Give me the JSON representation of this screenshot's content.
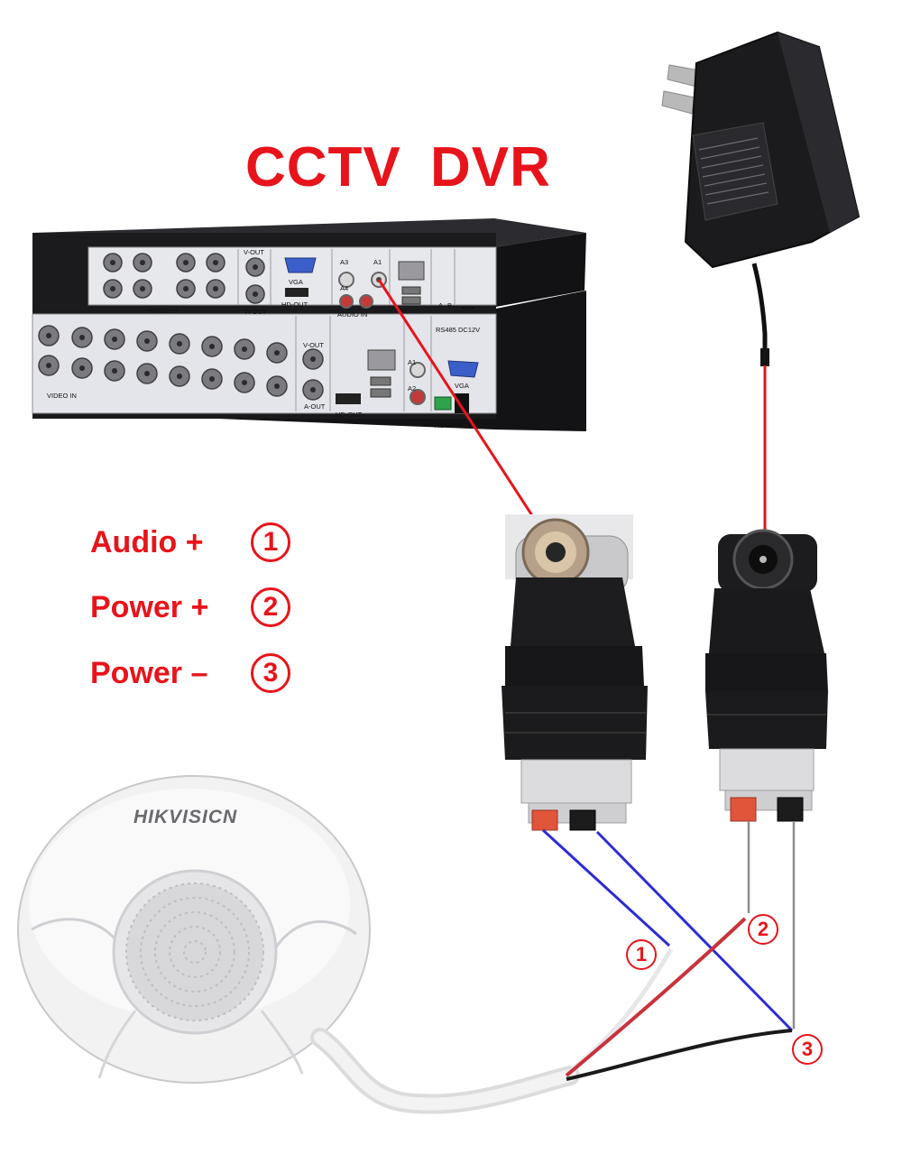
{
  "title": "CCTV  DVR",
  "colors": {
    "accent": "#e8141b",
    "signal_line": "#e8141b",
    "negative_line": "#2c2cd6",
    "positive_line": "#d43c48",
    "gray_line": "#8d8d8d",
    "dvr_body": "#1c1c1e",
    "panel": "#e9eaee",
    "plug": "#1a1a1a"
  },
  "legend": [
    {
      "label": "Audio +",
      "badge": "1"
    },
    {
      "label": "Power +",
      "badge": "2"
    },
    {
      "label": "Power –",
      "badge": "3"
    }
  ],
  "dvr_labels": {
    "video_in": "VIDEO IN",
    "v_out": "V-OUT",
    "a_out": "A-OUT",
    "vga": "VGA",
    "hd_out": "HD-OUT",
    "audio_in": "AUDIO IN",
    "rs485": "RS485",
    "dc12v": "DC12V",
    "a1": "A1",
    "a2": "A2",
    "a3": "A3",
    "a4": "A4",
    "a": "A",
    "b": "B"
  },
  "microphone_brand": "HIKVISICN",
  "wire_badges": [
    {
      "badge": "1"
    },
    {
      "badge": "2"
    },
    {
      "badge": "3"
    }
  ]
}
